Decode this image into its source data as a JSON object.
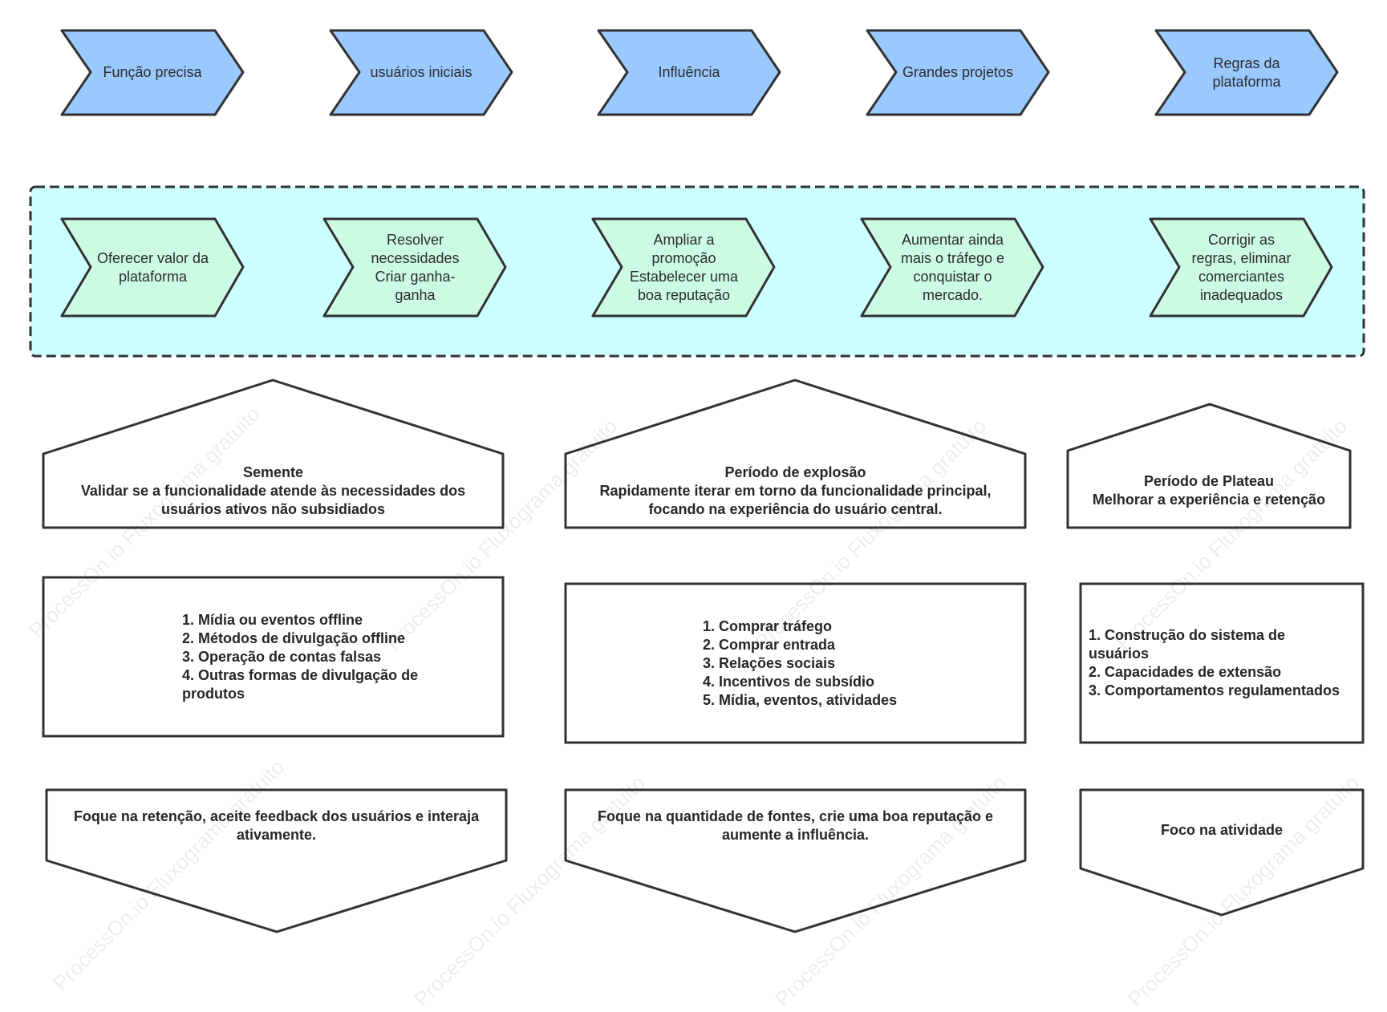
{
  "colors": {
    "phase_fill": "#99c9ff",
    "step_fill": "#ccfbe3",
    "band_fill": "#ccffff",
    "stroke": "#323232"
  },
  "phases": [
    {
      "label": "Função precisa"
    },
    {
      "label": "usuários iniciais"
    },
    {
      "label": "Influência"
    },
    {
      "label": "Grandes projetos"
    },
    {
      "label": "Regras da\nplataforma"
    }
  ],
  "steps": [
    {
      "label": "Oferecer valor da\nplataforma"
    },
    {
      "label": "Resolver\nnecessidades\nCriar ganha-\nganha"
    },
    {
      "label": "Ampliar a\npromoção\nEstabelecer uma\nboa reputação"
    },
    {
      "label": "Aumentar ainda\nmais o tráfego e\nconquistar o\nmercado."
    },
    {
      "label": "Corrigir as\nregras, eliminar\ncomerciantes\ninadequados"
    }
  ],
  "stages": [
    {
      "text": "Semente\nValidar se a funcionalidade atende às necessidades dos\nusuários ativos não subsidiados"
    },
    {
      "text": "Período de explosão\nRapidamente iterar em torno da funcionalidade principal,\nfocando na experiência do usuário central."
    },
    {
      "text": "Período de Plateau\nMelhorar a experiência e retenção"
    }
  ],
  "methods": [
    {
      "text": "1. Mídia ou eventos offline\n2. Métodos de divulgação offline\n3. Operação de contas falsas\n4. Outras formas de divulgação de\nprodutos"
    },
    {
      "text": "1. Comprar tráfego\n2. Comprar entrada\n3. Relações sociais\n4. Incentivos de subsídio\n5. Mídia, eventos, atividades"
    },
    {
      "text": "1. Construção do sistema de\nusuários\n2. Capacidades de extensão\n3. Comportamentos regulamentados"
    }
  ],
  "focus": [
    {
      "text": "Foque na retenção, aceite feedback dos usuários e interaja\nativamente."
    },
    {
      "text": "Foque na quantidade de fontes, crie uma boa reputação e\naumente a influência."
    },
    {
      "text": "Foco na atividade"
    }
  ],
  "watermark": {
    "text": "ProcessOn.io Fluxograma gratuito"
  }
}
